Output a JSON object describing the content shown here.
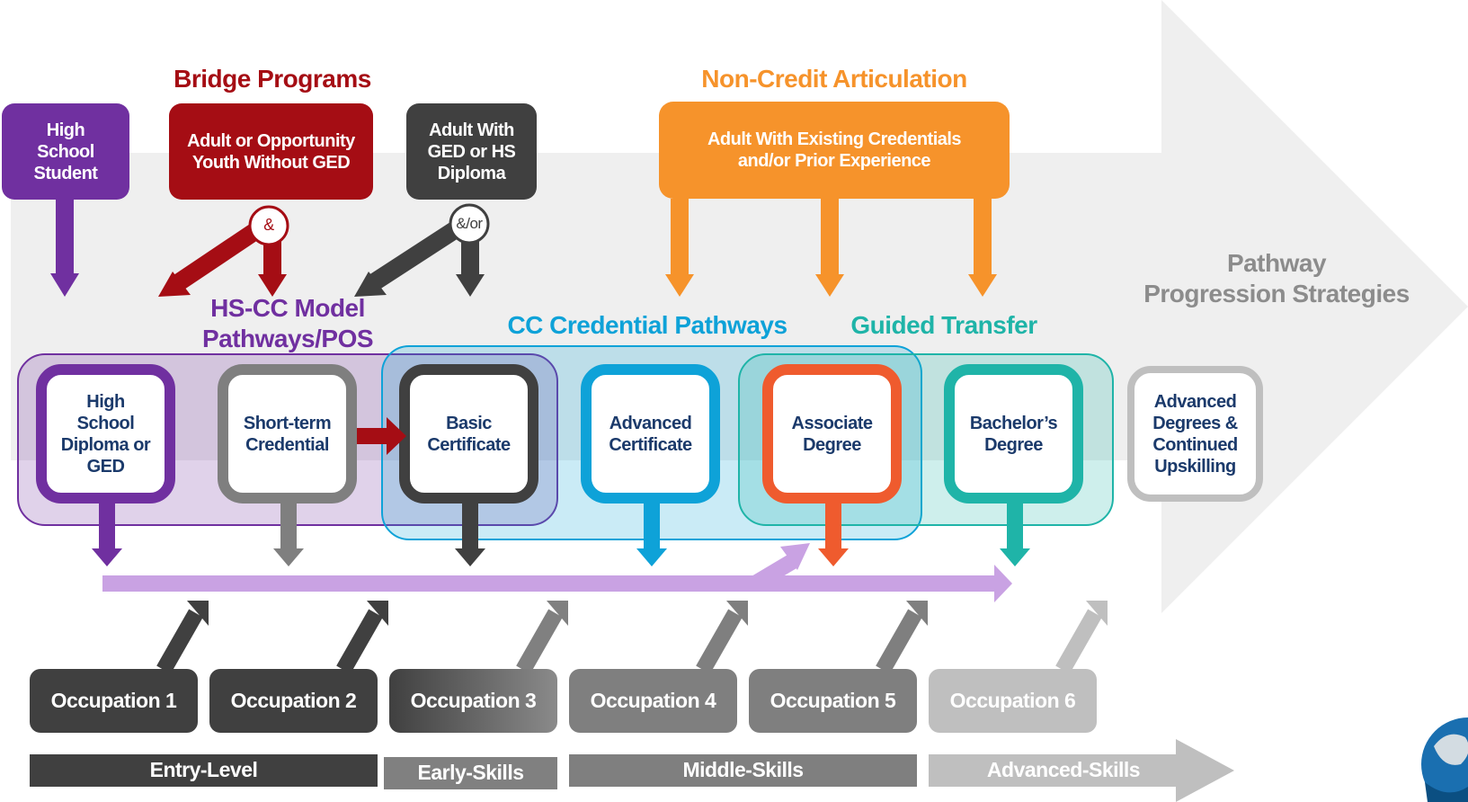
{
  "headers": {
    "bridge_programs": "Bridge Programs",
    "non_credit": "Non-Credit Articulation",
    "hscc": "HS-CC Model\nPathways/POS",
    "cc_credential": "CC Credential Pathways",
    "guided_transfer": "Guided Transfer",
    "pathway_strategies": "Pathway\nProgression Strategies"
  },
  "entry_points": {
    "hs_student": "High\nSchool\nStudent",
    "adult_without_ged": "Adult or Opportunity\nYouth Without GED",
    "adult_with_ged": "Adult With\nGED or HS\nDiploma",
    "adult_existing": "Adult With Existing Credentials\nand/or Prior Experience"
  },
  "connectors": {
    "and": "&",
    "and_or": "&/or"
  },
  "credentials": [
    "High\nSchool\nDiploma or\nGED",
    "Short-term\nCredential",
    "Basic\nCertificate",
    "Advanced\nCertificate",
    "Associate\nDegree",
    "Bachelor’s\nDegree",
    "Advanced\nDegrees &\nContinued\nUpskilling"
  ],
  "occupations": [
    "Occupation 1",
    "Occupation 2",
    "Occupation 3",
    "Occupation 4",
    "Occupation 5",
    "Occupation 6"
  ],
  "skill_levels": [
    "Entry-Level",
    "Early-Skills",
    "Middle-Skills",
    "Advanced-Skills"
  ],
  "colors": {
    "purple": "#7030a0",
    "dark_red": "#a50d14",
    "dark_gray": "#404040",
    "orange": "#f6932b",
    "blue": "#0ea2d8",
    "red_orange": "#ef5b2e",
    "teal": "#1fb4a8",
    "light_gray": "#a6a6a6",
    "mid_gray": "#7f7f7f",
    "lavender": "#c9a2e3",
    "bg_arrow": "#efefef"
  }
}
